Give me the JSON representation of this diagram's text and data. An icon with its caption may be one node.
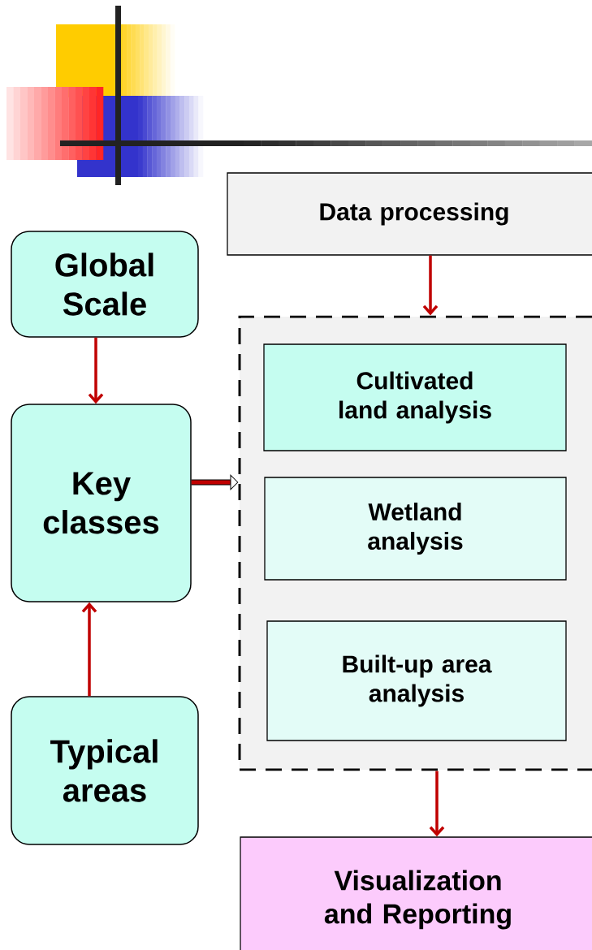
{
  "diagram": {
    "nodes": [
      {
        "text": [
          "Data processing"
        ]
      },
      {
        "text": [
          "Global Scale"
        ]
      },
      {
        "text": [
          "Key classes"
        ]
      },
      {
        "text": [
          "Typical areas"
        ]
      },
      {
        "text": [],
        "shape": "box"
      },
      {
        "text": [
          "Cultivated land analysis"
        ],
        "in": 4
      },
      {
        "text": [
          "Wetland analysis"
        ],
        "in": 4
      },
      {
        "text": [
          "Built-up area analysis"
        ],
        "in": 4
      },
      {
        "text": [
          "Visualization and Reporting"
        ]
      }
    ],
    "edges": [
      {
        "from": 0,
        "to": 4,
        "arrow": "to"
      },
      {
        "from": 1,
        "to": 2,
        "arrow": "to"
      },
      {
        "from": 3,
        "to": 2,
        "arrow": "to"
      },
      {
        "from": 2,
        "to": 4,
        "arrow": "to",
        "style": "thick",
        "color": "#000000"
      },
      {
        "from": 4,
        "to": 8,
        "arrow": "to"
      }
    ]
  }
}
